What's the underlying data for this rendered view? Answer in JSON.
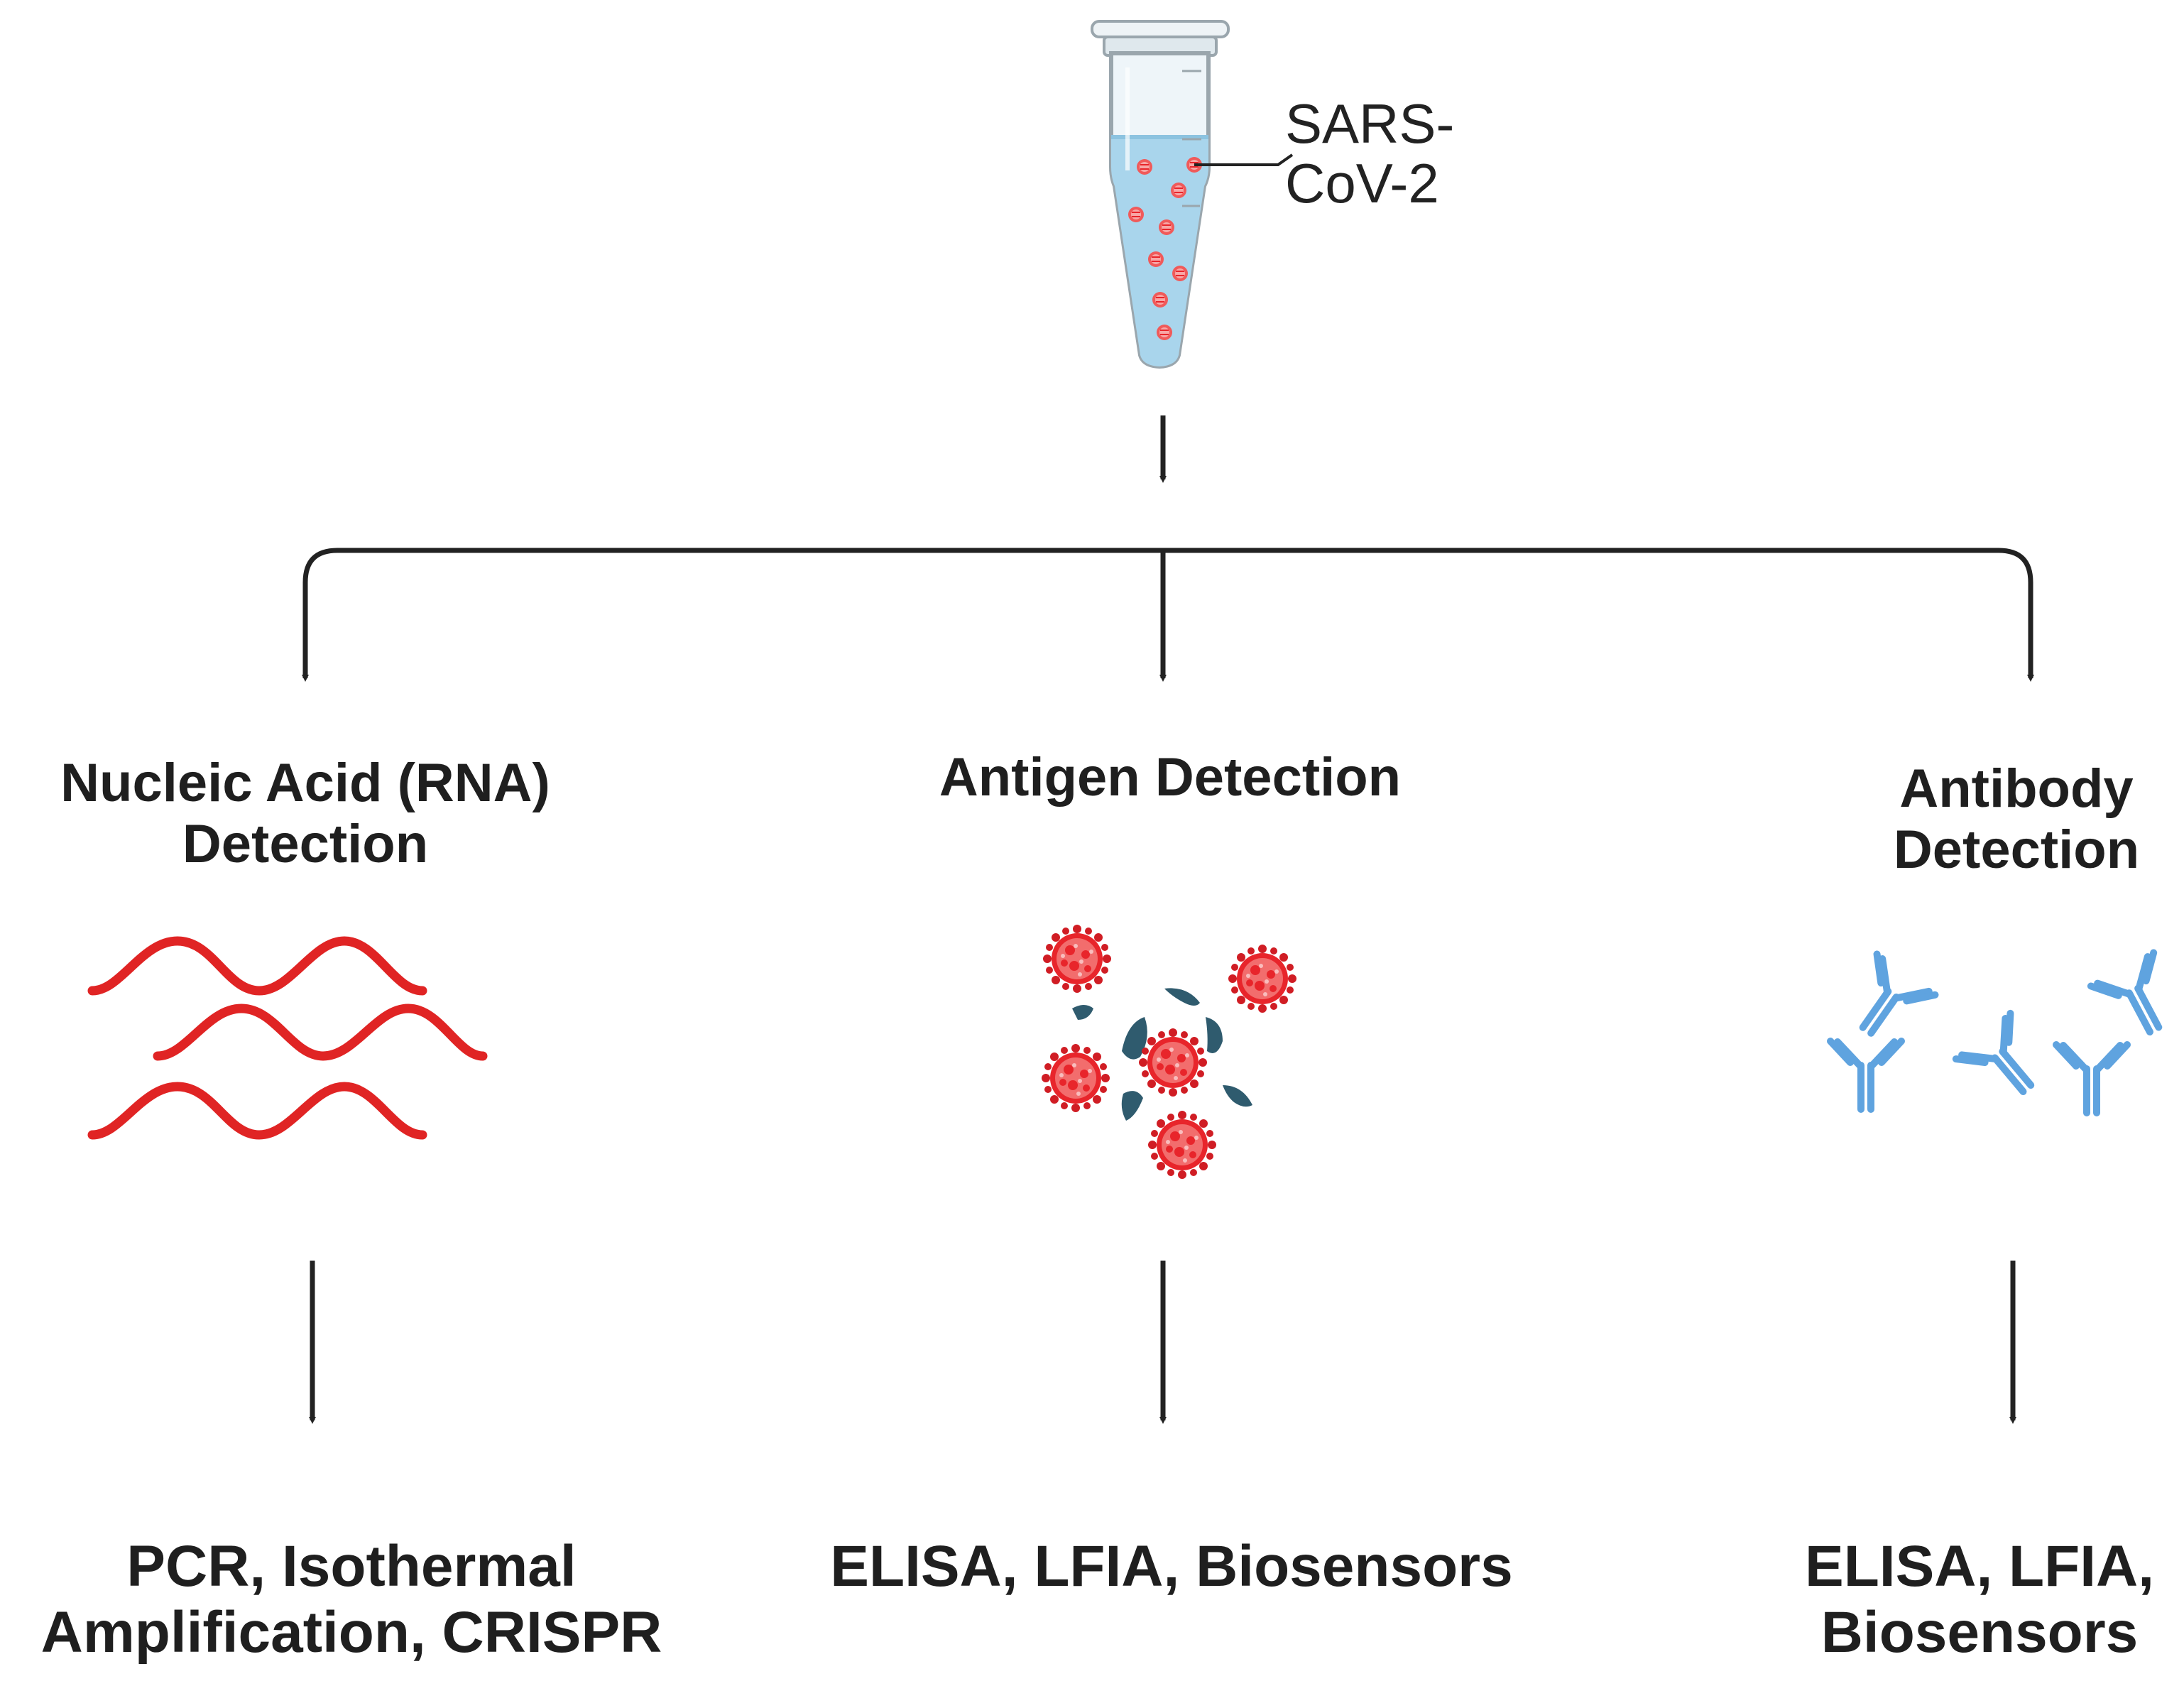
{
  "sample": {
    "label_lines": [
      "SARS-",
      "CoV-2"
    ]
  },
  "branches": [
    {
      "id": "nucleic-acid",
      "title_lines": [
        "Nucleic Acid (RNA)",
        "Detection"
      ],
      "icon": "rna-strands-icon",
      "methods_lines": [
        "PCR, Isothermal",
        "Amplification, CRISPR"
      ]
    },
    {
      "id": "antigen",
      "title_lines": [
        "Antigen Detection"
      ],
      "icon": "virus-antigen-icon",
      "methods_lines": [
        "ELISA, LFIA, Biosensors"
      ]
    },
    {
      "id": "antibody",
      "title_lines": [
        "Antibody",
        "Detection"
      ],
      "icon": "antibodies-icon",
      "methods_lines": [
        "ELISA, LFIA,",
        "Biosensors"
      ]
    }
  ],
  "colors": {
    "rna": "#e02424",
    "virus": "#e8252b",
    "antigen_fragment": "#2f5b6e",
    "antibody": "#5fa3df",
    "tube_liquid": "#a9d5ec",
    "arrow": "#222222"
  }
}
